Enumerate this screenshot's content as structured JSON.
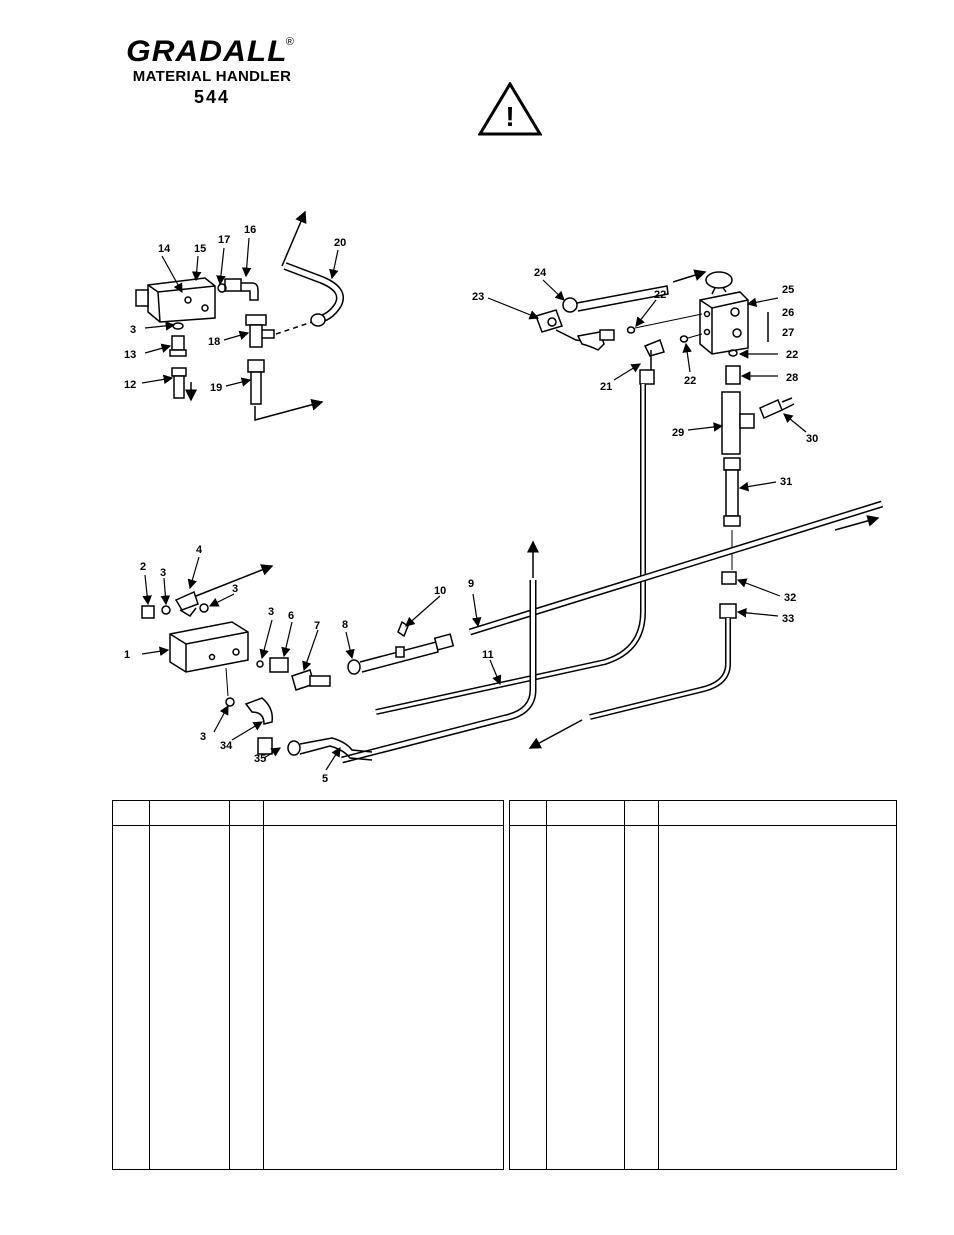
{
  "brand": {
    "name": "GRADALL",
    "registered_mark": "®",
    "subtitle": "MATERIAL HANDLER",
    "model": "544"
  },
  "warning": {
    "icon": "warning-triangle-icon",
    "symbol": "!"
  },
  "diagram": {
    "callouts": [
      "1",
      "2",
      "3",
      "3",
      "3",
      "3",
      "3",
      "4",
      "5",
      "6",
      "7",
      "8",
      "9",
      "10",
      "11",
      "12",
      "13",
      "14",
      "15",
      "16",
      "17",
      "18",
      "19",
      "20",
      "21",
      "22",
      "22",
      "22",
      "23",
      "24",
      "25",
      "26",
      "27",
      "28",
      "29",
      "30",
      "31",
      "32",
      "33",
      "34",
      "35"
    ]
  },
  "parts_table": {
    "left": {
      "headers": [
        "",
        "",
        "",
        ""
      ],
      "rows": []
    },
    "right": {
      "headers": [
        "",
        "",
        "",
        ""
      ],
      "rows": []
    }
  }
}
